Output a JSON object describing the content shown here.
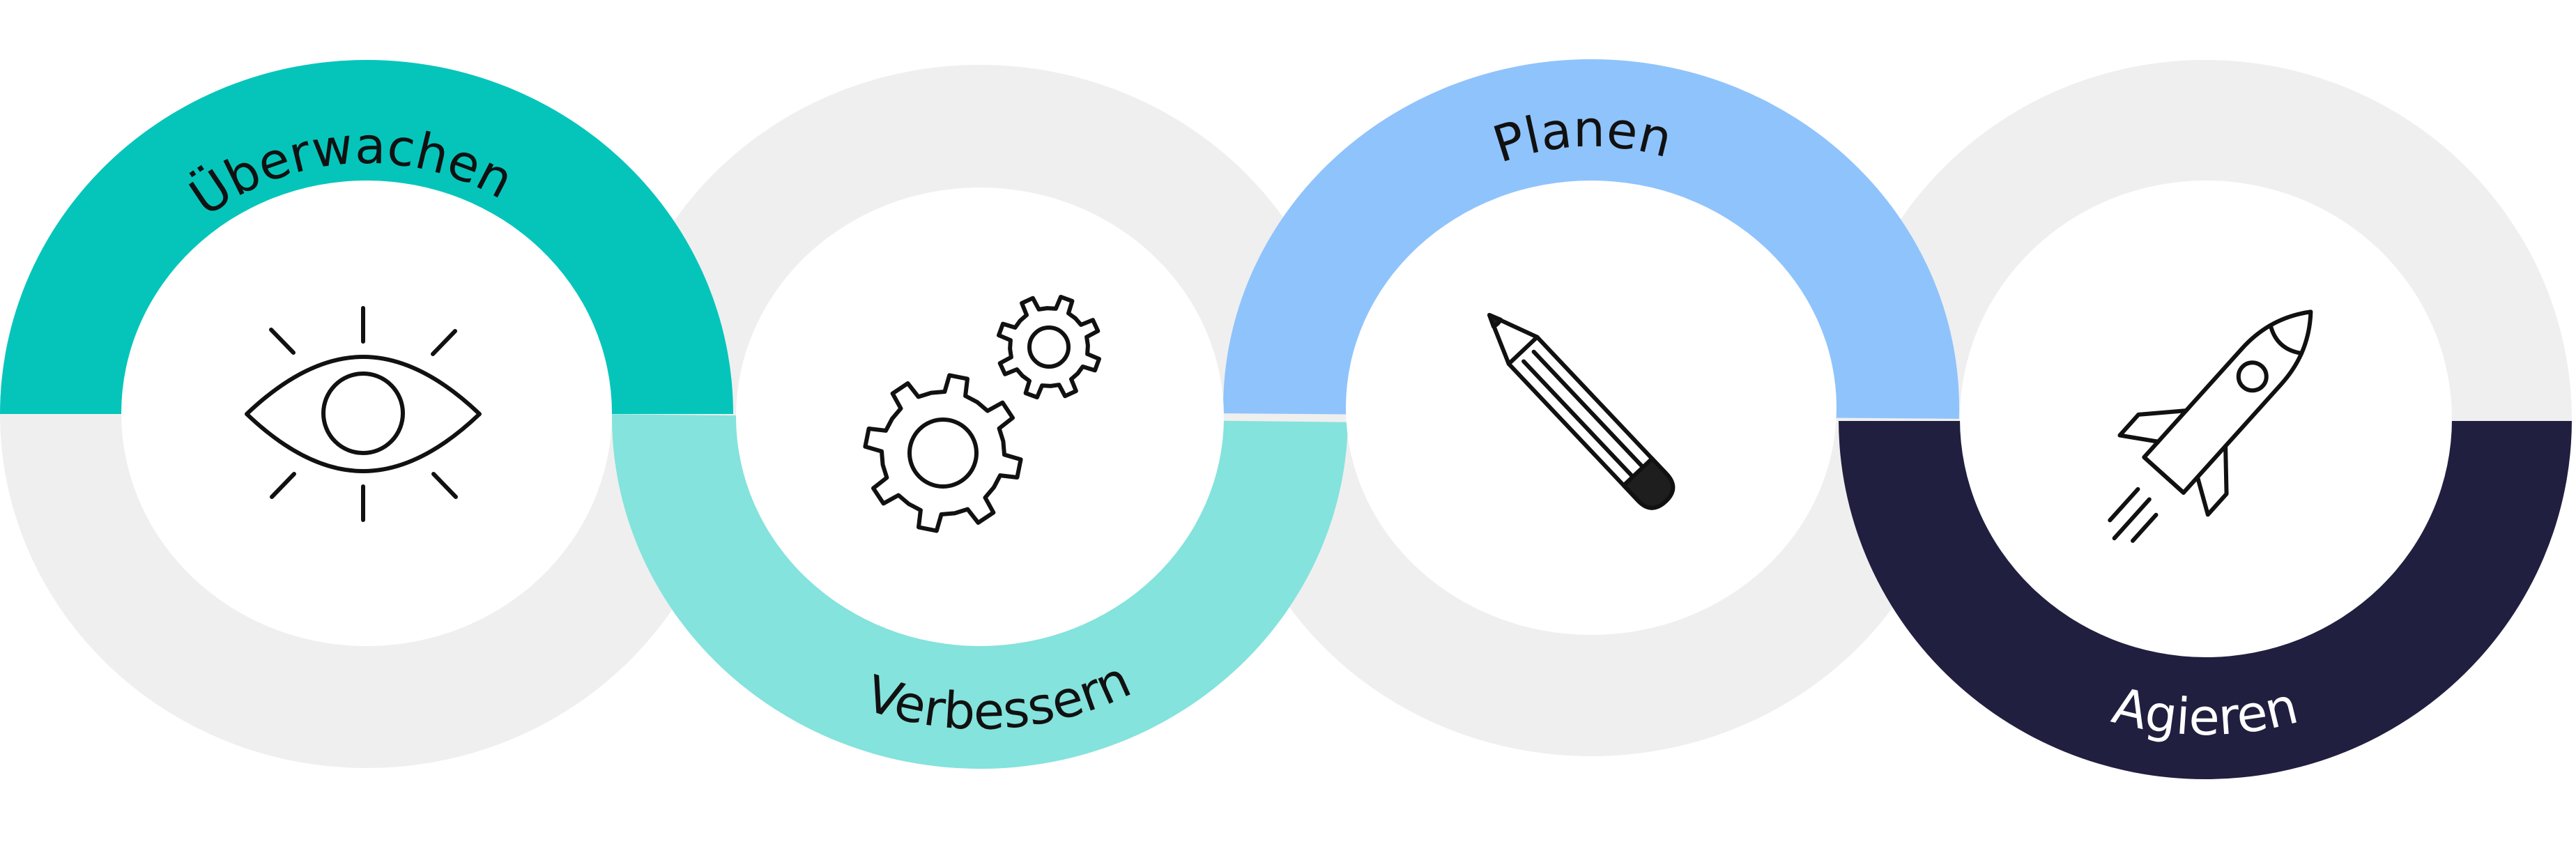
{
  "stages": [
    {
      "label": "Überwachen",
      "icon": "eye-icon",
      "color": "#05C5BB",
      "label_color": "#111111",
      "half": "top"
    },
    {
      "label": "Verbessern",
      "icon": "gears-icon",
      "color": "#84E3DC",
      "label_color": "#111111",
      "half": "bottom"
    },
    {
      "label": "Planen",
      "icon": "pencil-icon",
      "color": "#8FC3FC",
      "label_color": "#111111",
      "half": "top"
    },
    {
      "label": "Agieren",
      "icon": "rocket-icon",
      "color": "#201F40",
      "label_color": "#FFFFFF",
      "half": "bottom"
    }
  ],
  "ring_base_color": "#EFEFEF"
}
